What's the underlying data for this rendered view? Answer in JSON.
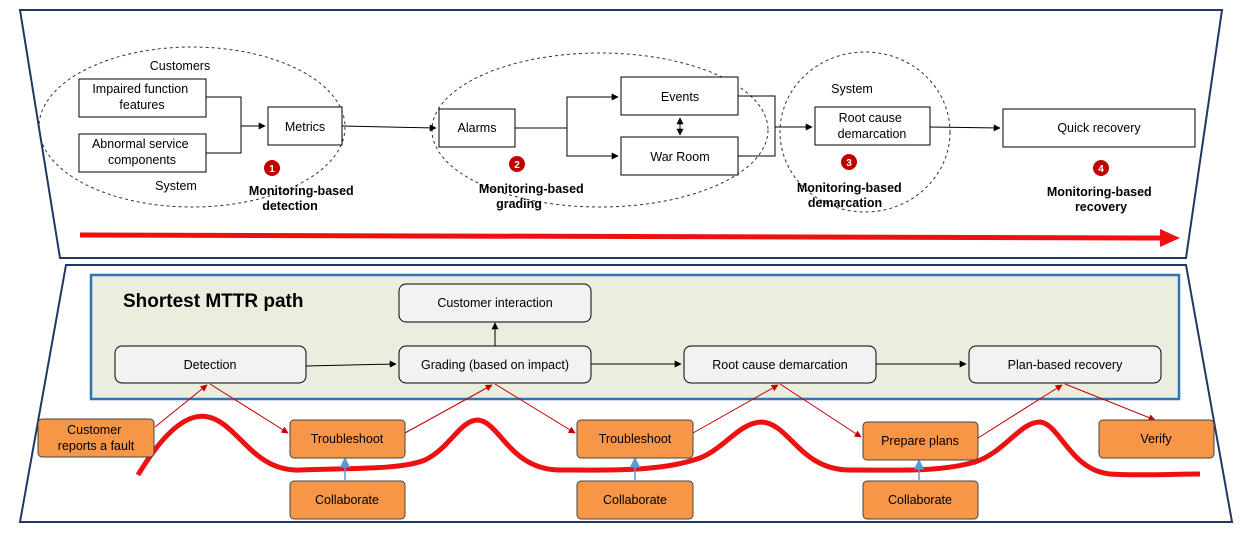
{
  "top_panel": {
    "customers_label": "Customers",
    "system_label": "System",
    "impaired_box": [
      "Impaired function",
      "features"
    ],
    "abnormal_box": [
      "Abnormal service",
      "components"
    ],
    "metrics_box": "Metrics",
    "alarms_box": "Alarms",
    "events_box": "Events",
    "war_room_box": "War Room",
    "system_label_2": "System",
    "root_cause_box": [
      "Root cause",
      "demarcation"
    ],
    "quick_recovery_box": "Quick recovery",
    "stages": [
      {
        "number": "1",
        "label": [
          "Monitoring-based",
          "detection"
        ]
      },
      {
        "number": "2",
        "label": [
          "Monitoring-based",
          "grading"
        ]
      },
      {
        "number": "3",
        "label": [
          "Monitoring-based",
          "demarcation"
        ]
      },
      {
        "number": "4",
        "label": [
          "Monitoring-based",
          "recovery"
        ]
      }
    ]
  },
  "bottom_panel": {
    "title": "Shortest MTTR path",
    "customer_interaction": "Customer interaction",
    "path_steps": [
      "Detection",
      "Grading (based on impact)",
      "Root cause demarcation",
      "Plan-based recovery"
    ],
    "customer_reports": [
      "Customer",
      "reports a fault"
    ],
    "troubleshoot_1": "Troubleshoot",
    "troubleshoot_2": "Troubleshoot",
    "prepare_plans": "Prepare plans",
    "verify": "Verify",
    "collaborate": [
      "Collaborate",
      "Collaborate",
      "Collaborate"
    ]
  },
  "colors": {
    "frame": "#1f3864",
    "arrow_red": "#ee1111",
    "badge_red": "#c00000",
    "panel_fill": "#ebeedf",
    "panel_border": "#2e75b6",
    "orange_fill": "#f79646",
    "orange_border": "#444444",
    "box_fill": "#f2f2f2",
    "blue_connector": "#5b9bd5",
    "diag_red": "#c00000"
  }
}
